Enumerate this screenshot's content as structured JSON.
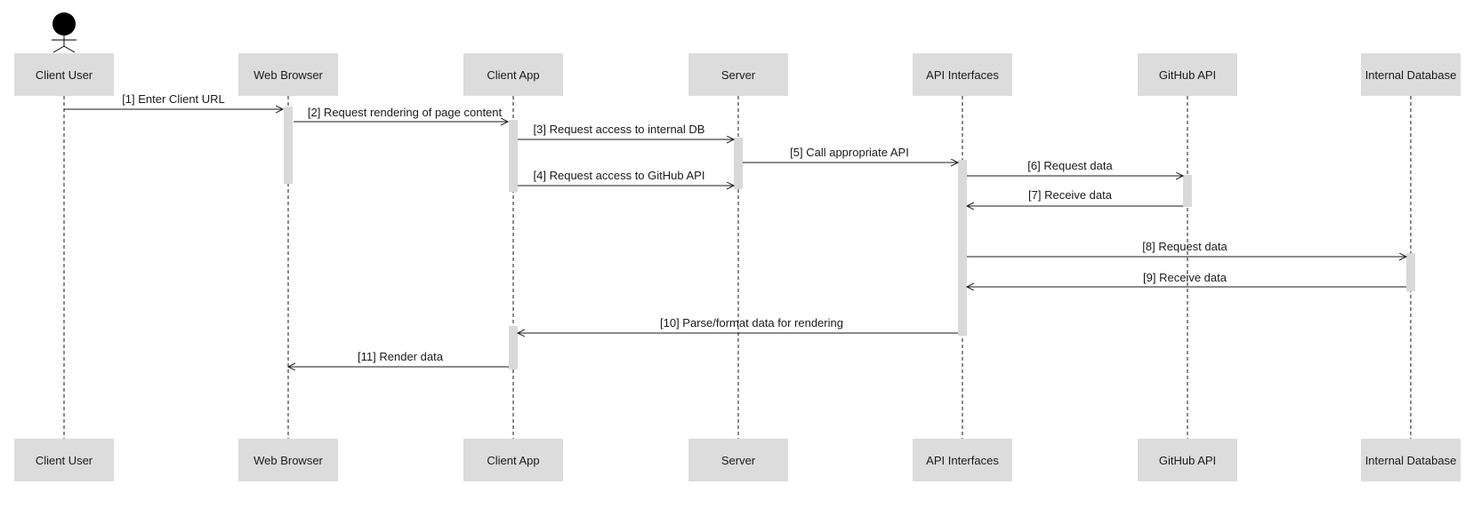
{
  "participants": [
    {
      "id": "client_user",
      "label": "Client User",
      "actor": true
    },
    {
      "id": "web_browser",
      "label": "Web Browser"
    },
    {
      "id": "client_app",
      "label": "Client App"
    },
    {
      "id": "server",
      "label": "Server"
    },
    {
      "id": "api_interfaces",
      "label": "API Interfaces"
    },
    {
      "id": "github_api",
      "label": "GitHub API"
    },
    {
      "id": "internal_database",
      "label": "Internal Database"
    }
  ],
  "messages": [
    {
      "from": "client_user",
      "to": "web_browser",
      "label": "[1] Enter Client URL"
    },
    {
      "from": "web_browser",
      "to": "client_app",
      "label": "[2] Request rendering of page content"
    },
    {
      "from": "client_app",
      "to": "server",
      "label": "[3]  Request access to internal DB"
    },
    {
      "from": "client_app",
      "to": "server",
      "label": "[4]  Request access to GitHub API"
    },
    {
      "from": "server",
      "to": "api_interfaces",
      "label": "[5]  Call appropriate API"
    },
    {
      "from": "api_interfaces",
      "to": "github_api",
      "label": "[6]  Request data"
    },
    {
      "from": "github_api",
      "to": "api_interfaces",
      "label": "[7]  Receive data"
    },
    {
      "from": "api_interfaces",
      "to": "internal_database",
      "label": "[8]  Request data"
    },
    {
      "from": "internal_database",
      "to": "api_interfaces",
      "label": "[9]  Receive data"
    },
    {
      "from": "api_interfaces",
      "to": "client_app",
      "label": "[10] Parse/format data for rendering"
    },
    {
      "from": "client_app",
      "to": "web_browser",
      "label": "[11] Render data"
    }
  ]
}
